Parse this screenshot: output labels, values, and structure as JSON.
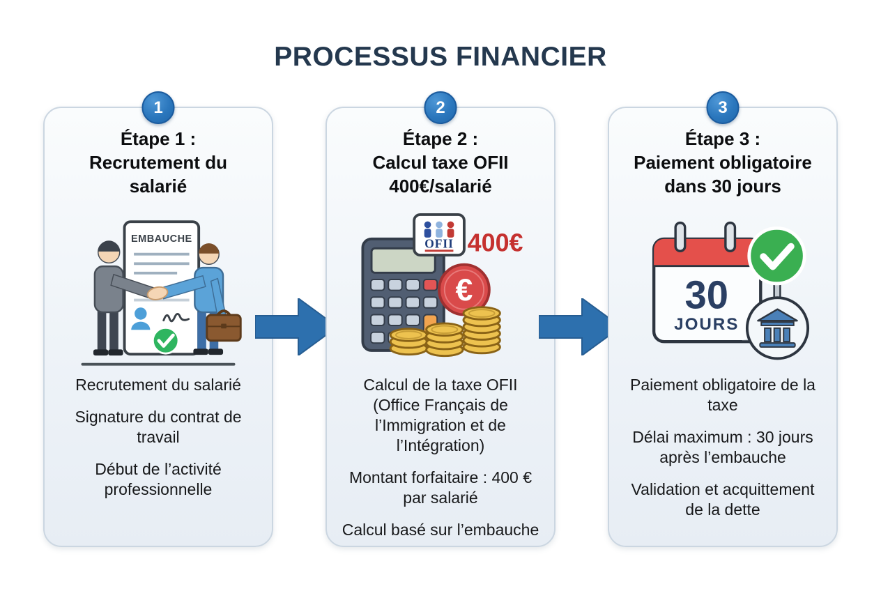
{
  "title": "PROCESSUS FINANCIER",
  "colors": {
    "title_navy": "#24384e",
    "badge_blue": "#2b77bd",
    "arrow_blue": "#2d70ae",
    "accent_red": "#c5312f",
    "check_green": "#3aaf51",
    "coin_gold": "#edc24f",
    "calendar_red": "#e4504b",
    "bank_blue": "#4a80b8"
  },
  "steps": [
    {
      "badge": "1",
      "title": "Étape 1 :\nRecrutement du\nsalarié",
      "icon": "handshake-contract-icon",
      "illustration": {
        "document_label": "EMBAUCHE"
      },
      "items": [
        "Recrutement du salarié",
        "Signature du contrat de travail",
        "Début de l’activité professionnelle"
      ]
    },
    {
      "badge": "2",
      "title": "Étape 2 :\nCalcul taxe OFII\n400€/salarié",
      "icon": "calculator-coins-icon",
      "illustration": {
        "sign_label": "OFII",
        "amount_label": "400€",
        "coin_symbol": "€"
      },
      "items": [
        "Calcul de la taxe OFII (Office Français de l’Immigration et de l’Intégration)",
        "Montant forfaitaire : 400 € par salarié",
        "Calcul basé sur l’embauche"
      ]
    },
    {
      "badge": "3",
      "title": "Étape 3 :\nPaiement obligatoire\ndans 30 jours",
      "icon": "calendar-deadline-icon",
      "illustration": {
        "days_number": "30",
        "days_label": "JOURS"
      },
      "items": [
        "Paiement obligatoire de la taxe",
        "Délai maximum : 30 jours après l’embauche",
        "Validation et acquittement de la dette"
      ]
    }
  ]
}
